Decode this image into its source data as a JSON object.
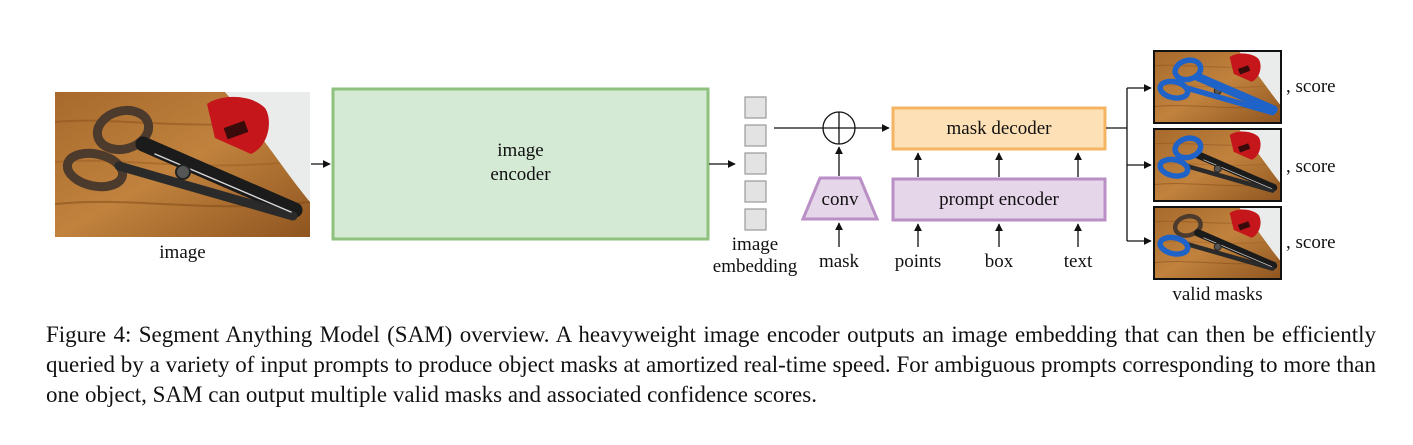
{
  "input": {
    "label": "image"
  },
  "encoder": {
    "label_line1": "image",
    "label_line2": "encoder"
  },
  "embedding": {
    "label_line1": "image",
    "label_line2": "embedding"
  },
  "conv": {
    "label": "conv",
    "input_label": "mask"
  },
  "mask_decoder": {
    "label": "mask decoder"
  },
  "prompt_encoder": {
    "label": "prompt encoder",
    "inputs": [
      "points",
      "box",
      "text"
    ]
  },
  "outputs": {
    "score_labels": [
      ", score",
      ", score",
      ", score"
    ],
    "footer": "valid masks"
  },
  "colors": {
    "encoder_fill": "#d5ead5",
    "encoder_border": "#8fc17e",
    "decoder_fill": "#fde0b5",
    "decoder_border": "#f4b462",
    "prompt_fill": "#e6d6ea",
    "prompt_border": "#b98fc6",
    "embedding_fill": "#e3e3e3",
    "embedding_border": "#9a9a9a",
    "mask_highlight": "#1f63c9"
  },
  "caption": {
    "text": "Figure 4: Segment Anything Model (SAM) overview. A heavyweight image encoder outputs an image embedding that can then be efficiently queried by a variety of input prompts to produce object masks at amortized real-time speed. For ambiguous prompts corresponding to more than one object, SAM can output multiple valid masks and associated confidence scores."
  }
}
